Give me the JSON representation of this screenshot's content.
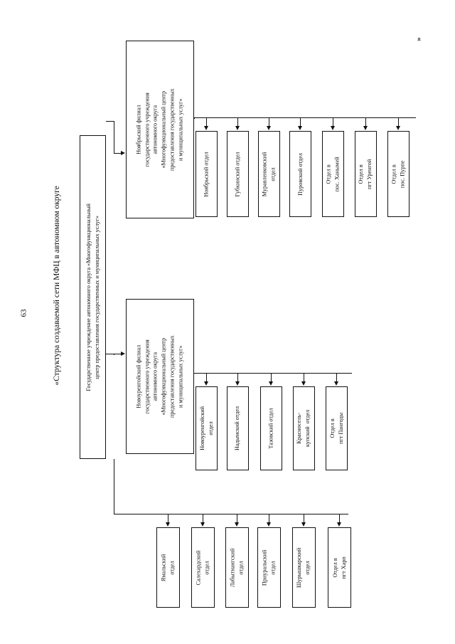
{
  "page": {
    "number": "63",
    "title": "«Структура создаваемой сети МФЦ в автономном округе",
    "corner_mark": "»"
  },
  "chart_data": {
    "type": "diagram",
    "orientation": "rotated-90-ccw",
    "root": {
      "label": "Государственное учреждение автономного округа «Многофункциональный\nцентр предоставления государственных и муниципальных услуг»"
    },
    "branches": [
      {
        "id": "noyabrsk",
        "label": "Ноябрьский филиал\nгосударственного учреждения\nавтономного округа\n«Многофункциональный центр\nпредоставления государственных\nи муниципальных услуг»",
        "children": [
          "Ноябрьский отдел",
          "Губкинский отдел",
          "Муравленковский\nотдел",
          "Пуровский отдел",
          "Отдел в\nпос. Ханымей",
          "Отдел в\nпгт Уренгой",
          "Отдел в\nпос. Пурпе"
        ]
      },
      {
        "id": "novy-urengoy",
        "label": "Новоуренгойский филиал\nгосударственного учреждения\nавтономного округа\n«Многофункциональный центр\nпредоставления государственных\nи муниципальных услуг»",
        "children": [
          "Новоуренгойский\nотдел",
          "Надымский отдел",
          "Тазовский отдел",
          "Красносель-\nкупский  отдел",
          "Отдел в\nпгт Пангоды"
        ]
      }
    ],
    "direct_children": [
      "Ямальский\nотдел",
      "Салехардский\nотдел",
      "Лабытнангский\nотдел",
      "Приуральский\nотдел",
      "Шурышкарский\nотдел",
      "Отдел в\nпгт Харп"
    ]
  },
  "colors": {
    "ink": "#111111",
    "paper": "#ffffff"
  }
}
